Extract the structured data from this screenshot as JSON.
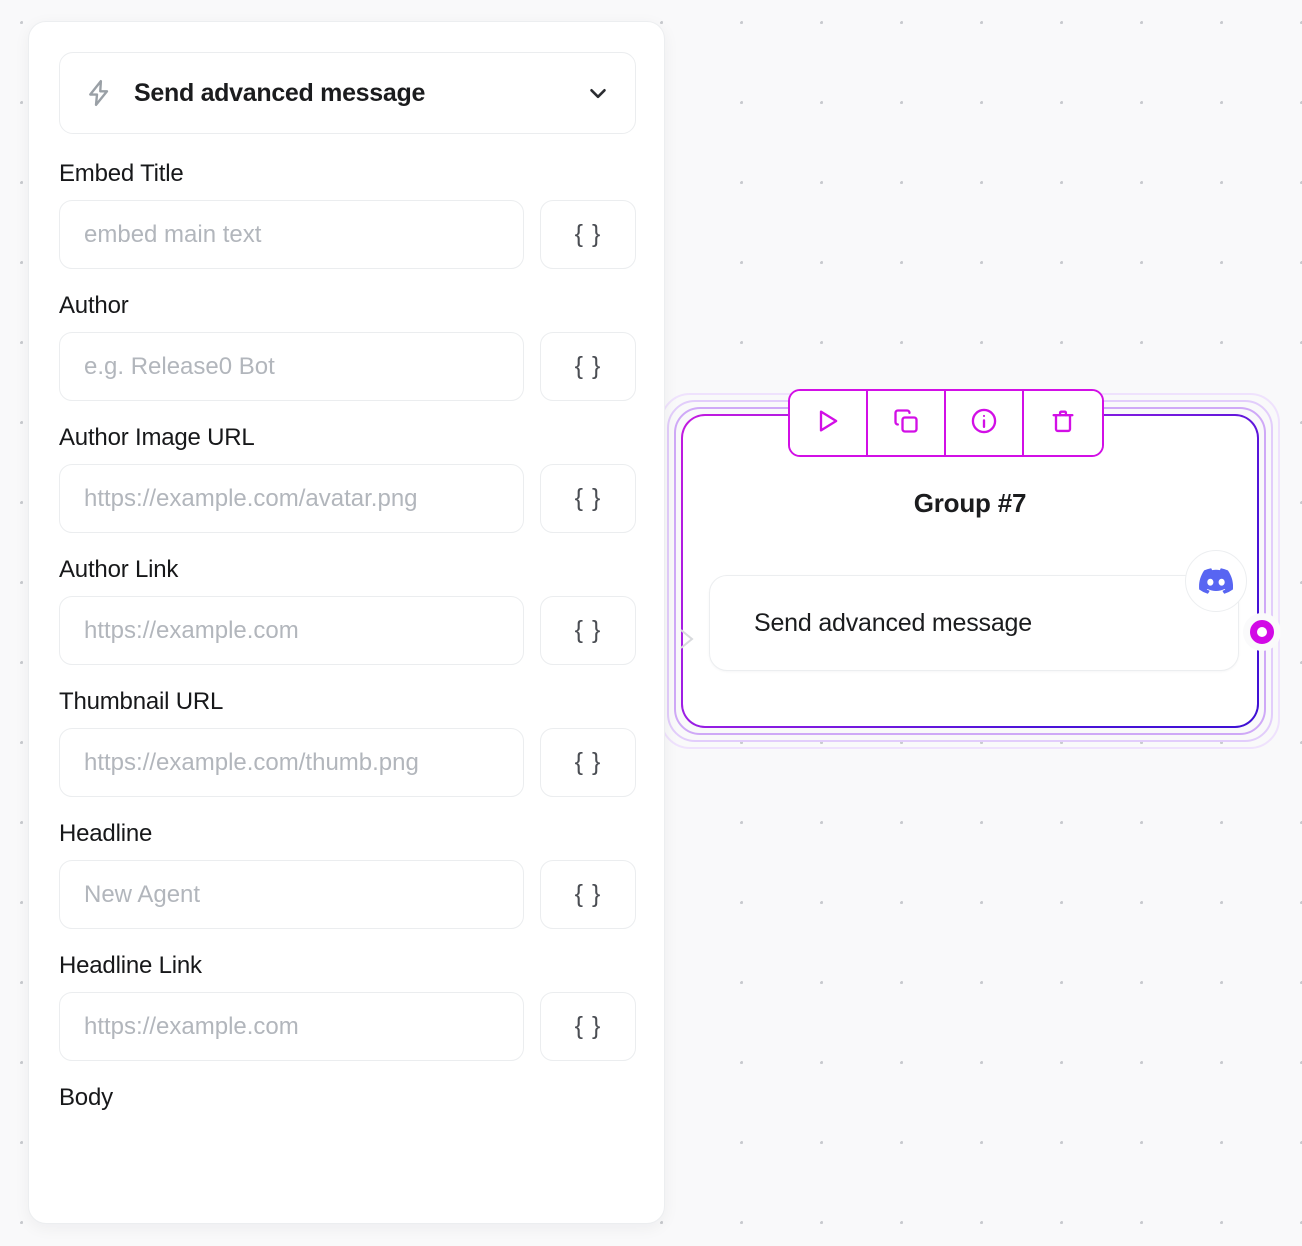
{
  "panel": {
    "action": {
      "icon": "lightning-bolt-icon",
      "label": "Send advanced message",
      "chevron": "chevron-down-icon"
    },
    "variable_button_label": "{ }",
    "fields": [
      {
        "label": "Embed Title",
        "placeholder": "embed main text",
        "value": ""
      },
      {
        "label": "Author",
        "placeholder": "e.g. Release0 Bot",
        "value": ""
      },
      {
        "label": "Author Image URL",
        "placeholder": "https://example.com/avatar.png",
        "value": ""
      },
      {
        "label": "Author Link",
        "placeholder": "https://example.com",
        "value": ""
      },
      {
        "label": "Thumbnail URL",
        "placeholder": "https://example.com/thumb.png",
        "value": ""
      },
      {
        "label": "Headline",
        "placeholder": "New Agent",
        "value": ""
      },
      {
        "label": "Headline Link",
        "placeholder": "https://example.com",
        "value": ""
      },
      {
        "label": "Body",
        "placeholder": "",
        "value": ""
      }
    ]
  },
  "canvas": {
    "node": {
      "title": "Group #7",
      "step_label": "Send advanced message",
      "app_icon": "discord-icon",
      "accent_color": "#d20fe6",
      "ring_colors": [
        "#c31ae0",
        "#cfa9f7",
        "#e2cdfb",
        "#efe2fd"
      ],
      "discord_color": "#5865f2"
    },
    "toolbar": {
      "buttons": [
        {
          "name": "run",
          "icon": "play-icon"
        },
        {
          "name": "duplicate",
          "icon": "copy-icon"
        },
        {
          "name": "info",
          "icon": "info-circle-icon"
        },
        {
          "name": "delete",
          "icon": "trash-icon"
        }
      ],
      "color": "#d20fe6"
    }
  }
}
